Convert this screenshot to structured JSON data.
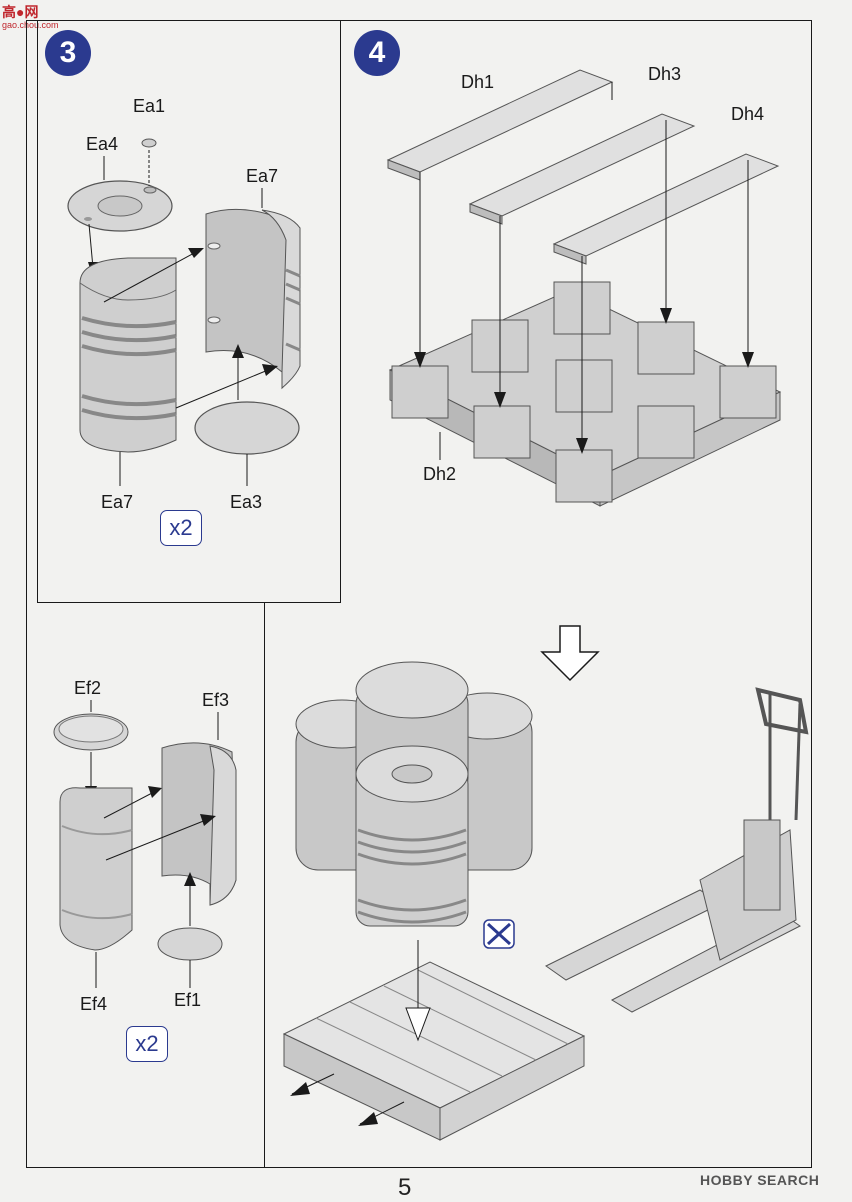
{
  "watermark_top": {
    "title": "高●网",
    "subtitle": "gao.chou.com"
  },
  "watermark_bottom": "HOBBY SEARCH",
  "page_number": "5",
  "step3": {
    "number": "3",
    "labels": {
      "ea1": "Ea1",
      "ea4": "Ea4",
      "ea7_top": "Ea7",
      "ea7_bottom": "Ea7",
      "ea3": "Ea3"
    },
    "multiplier": "x2"
  },
  "step3b": {
    "labels": {
      "ef2": "Ef2",
      "ef3": "Ef3",
      "ef4": "Ef4",
      "ef1": "Ef1"
    },
    "multiplier": "x2"
  },
  "step4": {
    "number": "4",
    "labels": {
      "dh1": "Dh1",
      "dh3": "Dh3",
      "dh4": "Dh4",
      "dh2": "Dh2"
    }
  },
  "colors": {
    "badge": "#2b3a8f",
    "part_fill": "#cfcfcf",
    "part_stroke": "#555555",
    "line": "#1a1a1a"
  },
  "icons": [
    "down-arrow-outline-icon",
    "no-glue-icon"
  ]
}
